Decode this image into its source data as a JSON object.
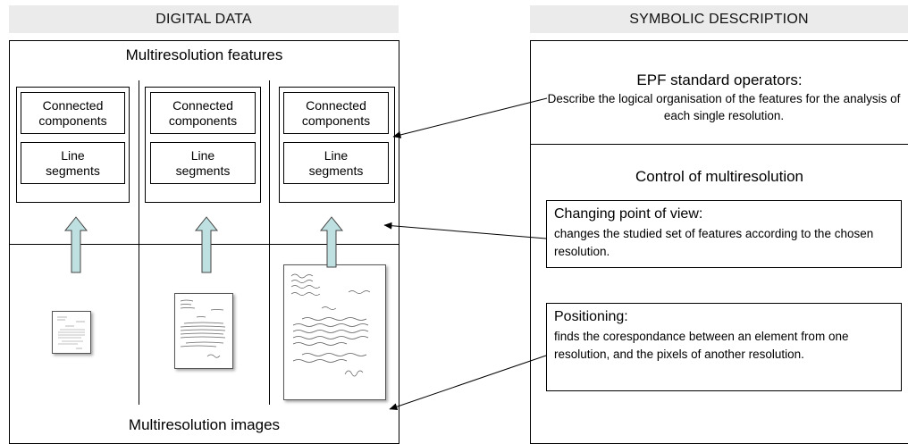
{
  "left": {
    "header": "DIGITAL DATA",
    "features_title": "Multiresolution features",
    "images_title": "Multiresolution images",
    "columns": [
      {
        "cc_label": "Connected\ncomponents",
        "ls_label": "Line\nsegments"
      },
      {
        "cc_label": "Connected\ncomponents",
        "ls_label": "Line\nsegments"
      },
      {
        "cc_label": "Connected\ncomponents",
        "ls_label": "Line\nsegments"
      }
    ]
  },
  "right": {
    "header": "SYMBOLIC DESCRIPTION",
    "epf_title": "EPF standard operators:",
    "epf_desc": "Describe the logical organisation of the features for the analysis of each single resolution.",
    "control_title": "Control of multiresolution",
    "cpov_title": "Changing point of view:",
    "cpov_desc": "changes the studied set of features according to the chosen resolution.",
    "pos_title": "Positioning:",
    "pos_desc": "finds the corespondance between an element from one resolution, and the pixels of another resolution."
  },
  "colors": {
    "header_bg": "#ebebeb",
    "arrow_fill": "#bfe0e0",
    "arrow_stroke": "#444444"
  }
}
